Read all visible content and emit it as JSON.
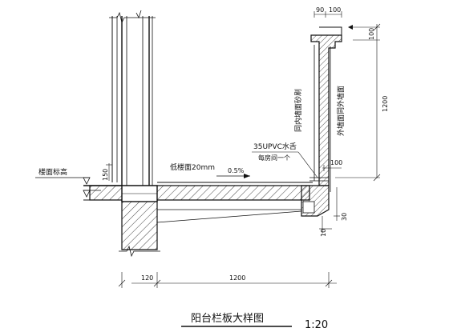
{
  "drawing": {
    "title": "阳台栏板大样图",
    "scale": "1:20"
  },
  "labels": {
    "floor_elevation": "楼面标高",
    "lower_floor": "低楼面20mm",
    "slope": "0.5%",
    "drain_pipe": "35UPVC水舌",
    "drain_spacing": "每房间一个",
    "inner_finish": "同内墙面砂刷",
    "outer_finish": "外墙面同外墙面"
  },
  "dimensions": {
    "top_a": "90",
    "top_b": "100",
    "right_small": "100",
    "right_height": "1200",
    "left_step": "150",
    "mid_100": "100",
    "bottom_30": "30",
    "bottom_10": "10",
    "bottom_120": "120",
    "bottom_1200": "1200"
  }
}
